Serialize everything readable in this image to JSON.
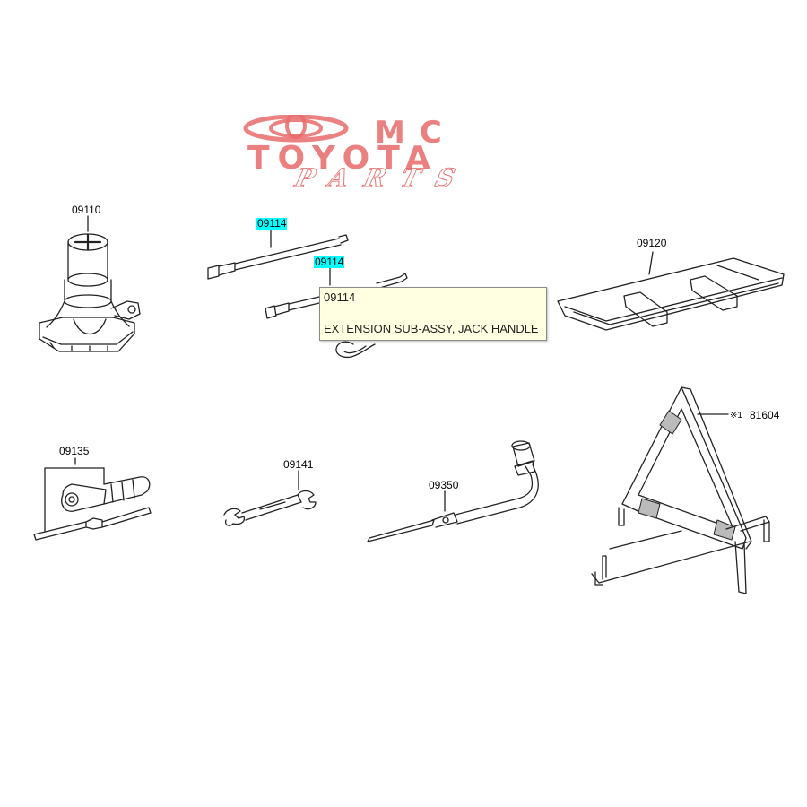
{
  "logo": {
    "line1": "MC",
    "line2": "TOYOTA",
    "line3": "PARTS",
    "color": "#e86b6b"
  },
  "parts": [
    {
      "id": "jack",
      "code": "09110"
    },
    {
      "id": "extension-long",
      "code": "09114",
      "highlighted": true
    },
    {
      "id": "extension-short",
      "code": "09114",
      "highlighted": true
    },
    {
      "id": "tool-bag",
      "code": "09120"
    },
    {
      "id": "screwdriver",
      "code": "09135"
    },
    {
      "id": "wrench",
      "code": "09141"
    },
    {
      "id": "lug-wrench",
      "code": "09350"
    },
    {
      "id": "warning-triangle",
      "code": "81604",
      "note_mark": "※1"
    }
  ],
  "tooltip": {
    "code": "09114",
    "description": "EXTENSION SUB-ASSY, JACK HANDLE"
  },
  "colors": {
    "highlight": "#00ffff",
    "tooltip_bg": "#ffffe1"
  }
}
